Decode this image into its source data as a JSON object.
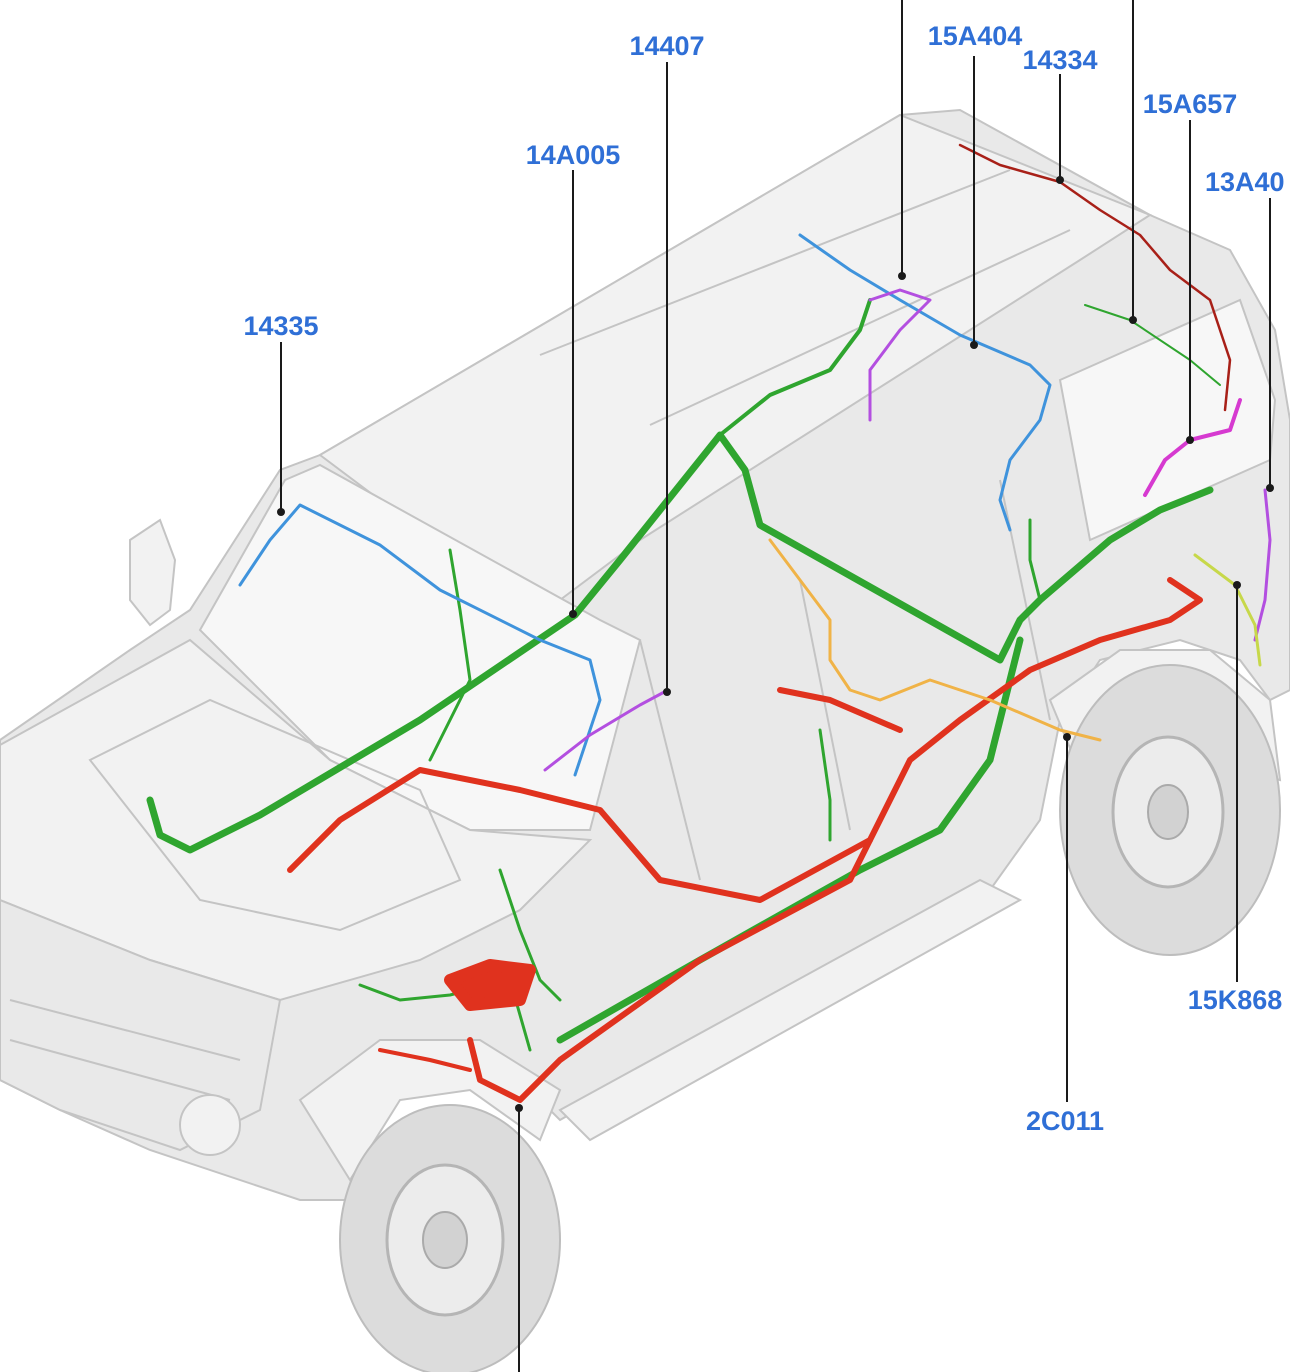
{
  "diagram": {
    "colors": {
      "label": "#2f6fd6",
      "body_fill": "#e9e9e9",
      "body_stroke": "#c4c4c4",
      "harness_green": "#2fa52f",
      "harness_red": "#e0321e",
      "harness_blue": "#3f93dc",
      "harness_purple": "#b34fe0",
      "harness_orange": "#f0b347",
      "harness_darkred": "#a82018",
      "harness_magenta": "#d63ad0",
      "harness_lime": "#c7d84a"
    },
    "callouts": [
      {
        "id": "14407",
        "text": "14407"
      },
      {
        "id": "15A404",
        "text": "15A404"
      },
      {
        "id": "14334",
        "text": "14334"
      },
      {
        "id": "15A657",
        "text": "15A657"
      },
      {
        "id": "14A005",
        "text": "14A005"
      },
      {
        "id": "13A40",
        "text": "13A40"
      },
      {
        "id": "14335",
        "text": "14335"
      },
      {
        "id": "15K868",
        "text": "15K868"
      },
      {
        "id": "2C011",
        "text": "2C011"
      }
    ]
  }
}
